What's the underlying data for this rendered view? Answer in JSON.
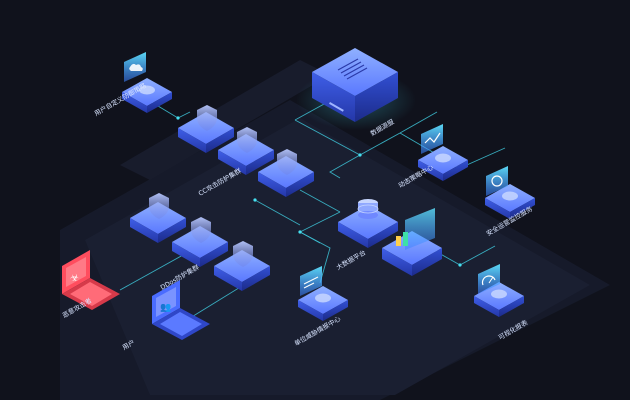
{
  "diagram": {
    "nodes": {
      "user_defined_policy": {
        "label": "用户自定义防御策略",
        "icon": "cloud-shield-icon"
      },
      "cc_cluster": {
        "label": "CC攻击防护集群",
        "icon": "shield-icon"
      },
      "data_center": {
        "label": "数据源服",
        "icon": "server-icon"
      },
      "dynamic_policy_center": {
        "label": "动态策略中心",
        "icon": "pulse-chart-icon"
      },
      "security_ops": {
        "label": "安全运营监控服务",
        "icon": "gauge-icon"
      },
      "ddos_cluster": {
        "label": "DDos防护集群",
        "icon": "gear-icon"
      },
      "big_data_platform": {
        "label": "大数据平台",
        "icon": "database-icon"
      },
      "attacker": {
        "label": "恶意攻击者",
        "icon": "biohazard-icon",
        "color": "#ff4d5e"
      },
      "user": {
        "label": "用户",
        "icon": "user-icon",
        "color": "#4a6cff"
      },
      "threat_intel": {
        "label": "单位威胁情报中心",
        "icon": "report-icon"
      },
      "visual_report": {
        "label": "可视化报表",
        "icon": "speedometer-icon"
      }
    },
    "colors": {
      "accent": "#3ec6d8",
      "block": "#4a6cff",
      "danger": "#ff4d5e",
      "background": "#10121c"
    }
  }
}
